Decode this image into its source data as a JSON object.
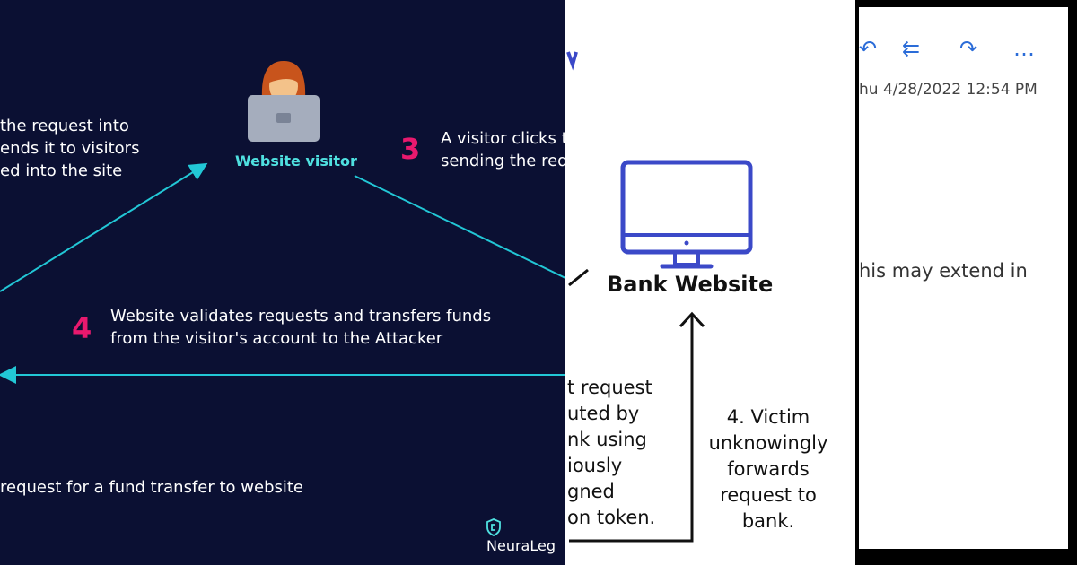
{
  "attack_diagram": {
    "visitor_label": "Website visitor",
    "step2_lines": [
      "the request into",
      "ends it to visitors",
      "ed into the site"
    ],
    "step3_number": "3",
    "step3_lines": [
      "A visitor clicks t",
      "sending the requ"
    ],
    "step4_number": "4",
    "step4_lines": [
      "Website validates requests and transfers funds",
      "from the visitor's account to the Attacker"
    ],
    "step1_line": "request for a fund transfer to website",
    "brand": "NeuraLeg",
    "colors": {
      "background": "#0b1033",
      "arrow": "#22c7d6",
      "accent": "#e8196e",
      "visitor_label": "#4fe0e0"
    }
  },
  "bank_diagram": {
    "title": "Bank Website",
    "icon": "monitor-icon",
    "left_lines": [
      "t request",
      "uted by",
      "nk using",
      "iously",
      "gned",
      "on token."
    ],
    "right_lines": [
      "4. Victim",
      "unknowingly",
      "forwards",
      "request to",
      "bank."
    ],
    "colors": {
      "monitor": "#3b49c8",
      "text": "#111111"
    }
  },
  "email": {
    "toolbar_icons": [
      "reply-icon",
      "reply-all-icon",
      "forward-icon",
      "more-icon"
    ],
    "toolbar_glyphs": [
      "↶",
      "⇇",
      "↷",
      "…"
    ],
    "date": "hu 4/28/2022 12:54 PM",
    "body": "his may extend in",
    "colors": {
      "icon": "#2b6cd8"
    }
  }
}
